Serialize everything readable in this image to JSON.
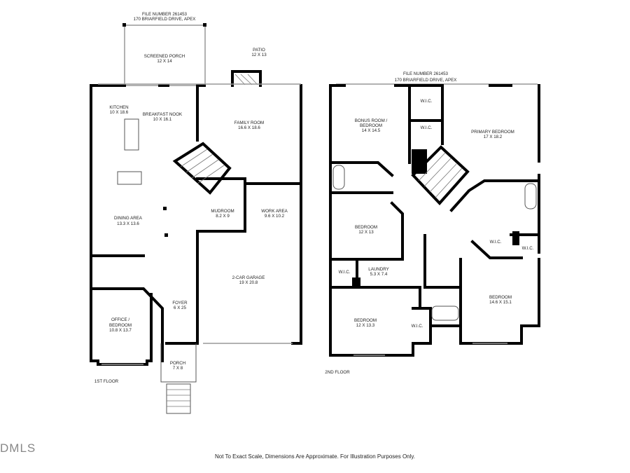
{
  "first_floor": {
    "file_number": "FILE NUMBER 261453",
    "address": "170 BRIARFIELD DRIVE, APEX",
    "floor_label": "1ST FLOOR",
    "rooms": [
      {
        "name": "SCREENED PORCH",
        "dims": "12 X 14"
      },
      {
        "name": "PATIO",
        "dims": "12 X 13"
      },
      {
        "name": "KITCHEN",
        "dims": "10 X 18.6"
      },
      {
        "name": "BREAKFAST NOOK",
        "dims": "10 X 16.1"
      },
      {
        "name": "FAMILY ROOM",
        "dims": "16.6 X 18.6"
      },
      {
        "name": "DINING AREA",
        "dims": "13.3 X 13.6"
      },
      {
        "name": "MUDROOM",
        "dims": "8.2 X 9"
      },
      {
        "name": "WORK AREA",
        "dims": "9.6 X 10.2"
      },
      {
        "name": "2-CAR GARAGE",
        "dims": "19 X 20.8"
      },
      {
        "name": "FOYER",
        "dims": "6 X 25"
      },
      {
        "name": "OFFICE /",
        "name2": "BEDROOM",
        "dims": "10.8 X 13.7"
      },
      {
        "name": "PORCH",
        "dims": "7 X 8"
      }
    ]
  },
  "second_floor": {
    "file_number": "FILE NUMBER 261453",
    "address": "170 BRIARFIELD DRIVE, APEX",
    "floor_label": "2ND FLOOR",
    "rooms": [
      {
        "name": "BONUS ROOM /",
        "name2": "BEDROOM",
        "dims": "14 X 14.5"
      },
      {
        "name": "W.I.C."
      },
      {
        "name": "W.I.C."
      },
      {
        "name": "PRIMARY BEDROOM",
        "dims": "17 X 18.2"
      },
      {
        "name": "BEDROOM",
        "dims": "12 X 13"
      },
      {
        "name": "W.I.C."
      },
      {
        "name": "LAUNDRY",
        "dims": "5.3 X 7.4"
      },
      {
        "name": "W.I.C."
      },
      {
        "name": "W.I.C."
      },
      {
        "name": "BEDROOM",
        "dims": "12 X 13.3"
      },
      {
        "name": "W.I.C."
      },
      {
        "name": "BEDROOM",
        "dims": "14.6 X 15.1"
      }
    ]
  },
  "footer": {
    "disclaimer": "Not To Exact Scale, Dimensions Are Approximate. For Illustration Purposes Only.",
    "logo_text": "DMLS"
  }
}
